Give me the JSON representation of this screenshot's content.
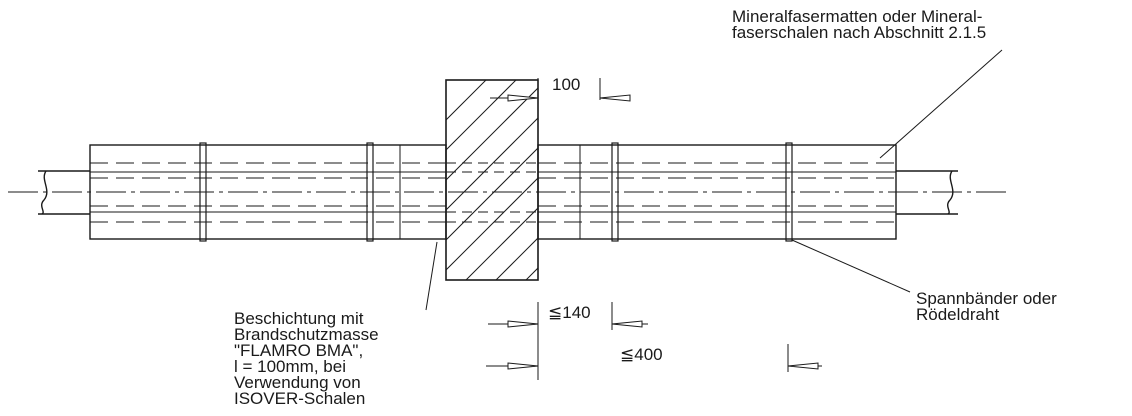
{
  "annotations": {
    "insulation_label": [
      "Mineralfasermatten oder Mineral-",
      "faserschalen nach Abschnitt 2.1.5"
    ],
    "band_label": [
      "Spannbänder oder",
      "Rödeldraht"
    ],
    "coating_label": [
      "Beschichtung mit",
      "Brandschutzmasse",
      "\"FLAMRO BMA\",",
      "l = 100mm, bei",
      "Verwendung von",
      "ISOVER-Schalen"
    ]
  },
  "dimensions": {
    "wall_offset": "100",
    "band_spacing": "≦140",
    "section_length": "≦400"
  },
  "colors": {
    "ink": "#1a1a1a",
    "background": "#ffffff"
  }
}
